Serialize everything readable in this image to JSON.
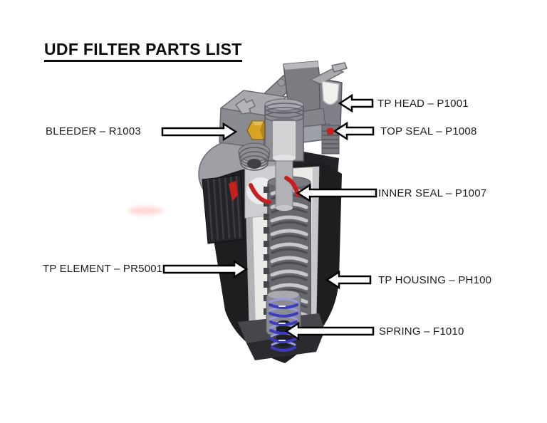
{
  "title": "UDF FILTER PARTS LIST",
  "parts": {
    "tp_head": {
      "label": "TP HEAD – P1001"
    },
    "top_seal": {
      "label": "TOP SEAL – P1008"
    },
    "bleeder": {
      "label": "BLEEDER – R1003"
    },
    "inner_seal": {
      "label": "INNER SEAL – P1007"
    },
    "tp_element": {
      "label": "TP ELEMENT – PR5001"
    },
    "tp_housing": {
      "label": "TP HOUSING – PH100"
    },
    "spring": {
      "label": "SPRING – F1010"
    }
  },
  "colors": {
    "seal_red": "#c81e1e",
    "spring_blue": "#3c3cc2",
    "spring_blue_light": "#9a9ae0",
    "bleeder_yellow": "#d9a424",
    "housing_black": "#1e1e21",
    "metal_gray": "#9b9ca2",
    "element_white": "#ebeae6",
    "arrow_fill": "#ffffff",
    "arrow_outline": "#000000"
  }
}
